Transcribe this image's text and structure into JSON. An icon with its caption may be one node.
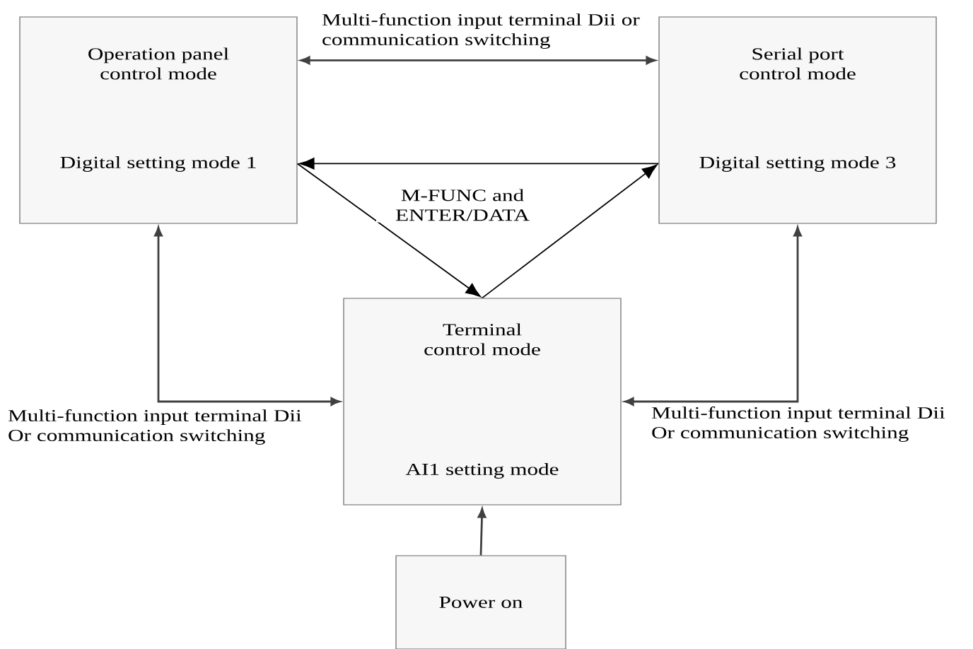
{
  "diagram": {
    "nodes": [
      {
        "text": [
          "Operation panel control mode",
          "Digital setting mode 1"
        ]
      },
      {
        "text": [
          "Serial port control mode",
          "Digital setting mode 3"
        ]
      },
      {
        "text": [
          "Terminal control mode",
          "AI1 setting mode"
        ]
      },
      {
        "text": [
          "Power on"
        ]
      }
    ],
    "edges": [
      {
        "from": 0,
        "to": 1,
        "arrow": "both",
        "label": "Multi-function input terminal Dii or communication switching"
      },
      {
        "from": 1,
        "to": 0,
        "arrow": "to",
        "color": "#000000"
      },
      {
        "from": 0,
        "to": 2,
        "arrow": "to",
        "color": "#000000",
        "label": "M-FUNC and ENTER/DATA"
      },
      {
        "from": 2,
        "to": 1,
        "arrow": "to",
        "color": "#000000"
      },
      {
        "from": 0,
        "to": 2,
        "arrow": "both",
        "label": "Multi-function input terminal Dii Or communication switching"
      },
      {
        "from": 1,
        "to": 2,
        "arrow": "both",
        "label": "Multi-function input terminal Dii Or communication switching"
      },
      {
        "from": 3,
        "to": 2,
        "arrow": "to"
      }
    ]
  }
}
